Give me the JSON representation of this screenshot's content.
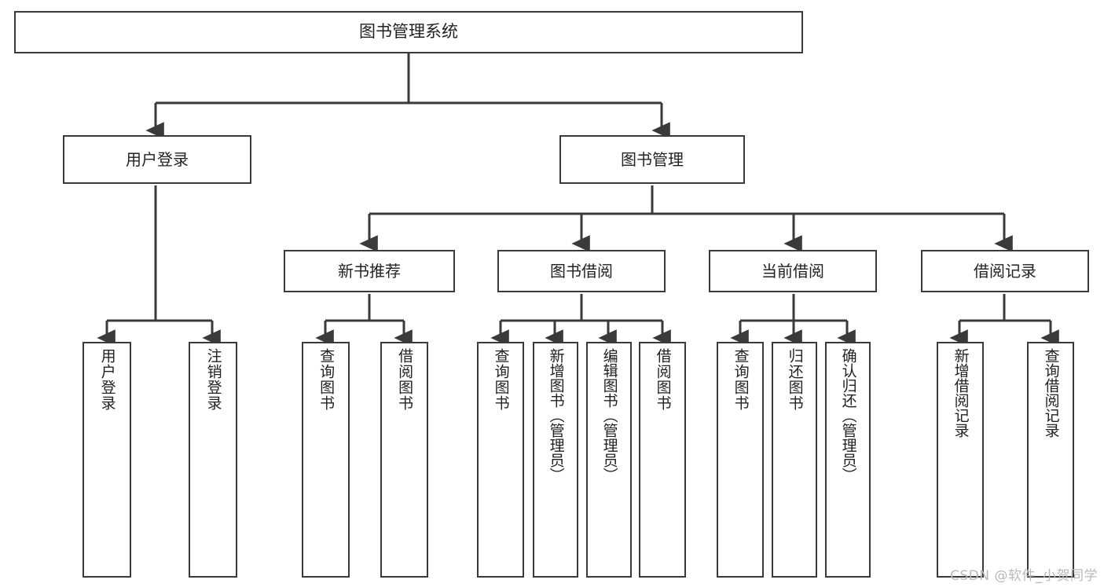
{
  "diagram": {
    "type": "tree",
    "title": "图书管理系统",
    "watermark": "CSDN @软件_小贺同学",
    "colors": {
      "background": "#ffffff",
      "box_border": "#3a3a3a",
      "box_fill": "#ffffff",
      "edge": "#3a3a3a",
      "text": "#222222",
      "watermark": "#b9b9b9"
    },
    "root": {
      "label": "图书管理系统"
    },
    "level2": [
      {
        "label": "用户登录"
      },
      {
        "label": "图书管理"
      }
    ],
    "level3": [
      {
        "label": "新书推荐"
      },
      {
        "label": "图书借阅"
      },
      {
        "label": "当前借阅"
      },
      {
        "label": "借阅记录"
      }
    ],
    "leaves": {
      "user_login": [
        {
          "label": "用户登录"
        },
        {
          "label": "注销登录"
        }
      ],
      "new_book": [
        {
          "label": "查询图书"
        },
        {
          "label": "借阅图书"
        }
      ],
      "book_borrow": [
        {
          "label": "查询图书"
        },
        {
          "label": "新增图书（管理员）"
        },
        {
          "label": "编辑图书（管理员）"
        },
        {
          "label": "借阅图书"
        }
      ],
      "current_borrow": [
        {
          "label": "查询图书"
        },
        {
          "label": "归还图书"
        },
        {
          "label": "确认归还（管理员）"
        }
      ],
      "borrow_record": [
        {
          "label": "新增借阅记录"
        },
        {
          "label": "查询借阅记录"
        }
      ]
    }
  }
}
